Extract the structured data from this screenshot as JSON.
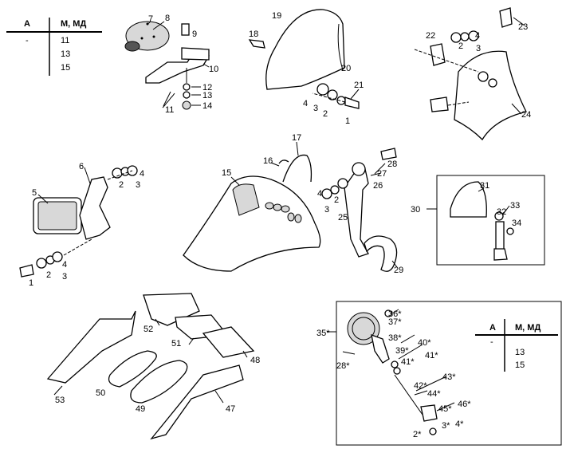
{
  "tables": [
    {
      "headers": [
        "А",
        "М, МД"
      ],
      "rows": [
        [
          "-",
          "11"
        ],
        [
          "",
          "13"
        ],
        [
          "",
          "15"
        ]
      ]
    },
    {
      "headers": [
        "А",
        "М, МД"
      ],
      "rows": [
        [
          "-",
          "13"
        ],
        [
          "",
          "15"
        ]
      ]
    }
  ],
  "callouts": {
    "c1a": "1",
    "c1b": "1",
    "c2a": "2",
    "c2b": "2",
    "c2c": "2",
    "c2d": "2",
    "c2e": "2*",
    "c3a": "3",
    "c3b": "3",
    "c3c": "3",
    "c3d": "3",
    "c3e": "3*",
    "c4a": "4",
    "c4b": "4",
    "c4c": "4",
    "c4d": "4",
    "c4e": "4*",
    "c5": "5",
    "c6": "6",
    "c7": "7",
    "c8": "8",
    "c9": "9",
    "c10": "10",
    "c11": "11",
    "c12": "12",
    "c13": "13",
    "c14": "14",
    "c15": "15",
    "c16": "16",
    "c17": "17",
    "c18": "18",
    "c19": "19",
    "c20": "20",
    "c21": "21",
    "c22": "22",
    "c23": "23",
    "c24": "24",
    "c25": "25",
    "c26": "26",
    "c27": "27",
    "c28": "28",
    "c29": "29",
    "c30": "30",
    "c31": "31",
    "c32": "32",
    "c33": "33",
    "c34": "34",
    "c35": "35*",
    "c36": "36*",
    "c37": "37*",
    "c38": "38*",
    "c39": "39*",
    "c40": "40*",
    "c41a": "41*",
    "c41b": "41*",
    "c42": "42*",
    "c43": "43*",
    "c44": "44*",
    "c45": "45*",
    "c46": "46*",
    "c47": "47",
    "c48": "48",
    "c49": "49",
    "c50": "50",
    "c51": "51",
    "c52": "52",
    "c53": "53",
    "c28s": "28*"
  }
}
